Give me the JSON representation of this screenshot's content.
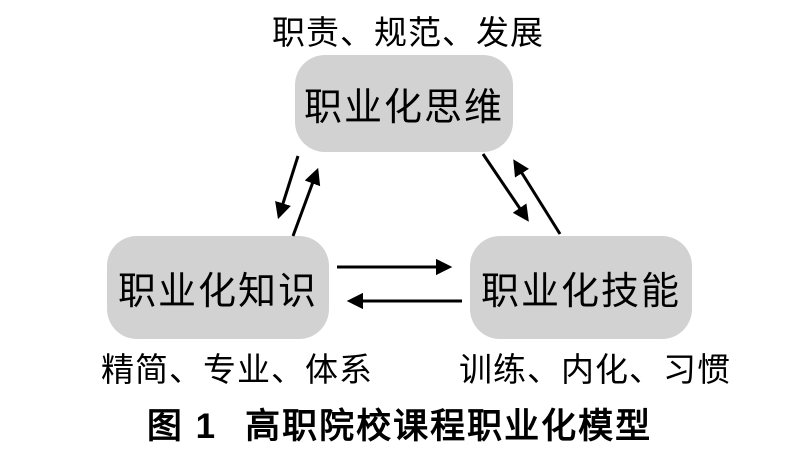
{
  "diagram": {
    "nodes": {
      "thinking": {
        "label": "职业化思维",
        "annotation": "职责、规范、发展"
      },
      "knowledge": {
        "label": "职业化知识",
        "annotation": "精简、专业、体系"
      },
      "skills": {
        "label": "职业化技能",
        "annotation": "训练、内化、习惯"
      }
    },
    "arrows": [
      {
        "from": "thinking",
        "to": "knowledge",
        "direction": "down-left"
      },
      {
        "from": "knowledge",
        "to": "thinking",
        "direction": "up-right"
      },
      {
        "from": "thinking",
        "to": "skills",
        "direction": "down-right"
      },
      {
        "from": "skills",
        "to": "thinking",
        "direction": "up-left"
      },
      {
        "from": "knowledge",
        "to": "skills",
        "direction": "right"
      },
      {
        "from": "skills",
        "to": "knowledge",
        "direction": "left"
      }
    ],
    "caption": {
      "figure_number": "图 1",
      "title": "高职院校课程职业化模型"
    },
    "colors": {
      "node_fill": "#d2d2d2",
      "arrow": "#000000",
      "text": "#000000",
      "background": "#ffffff"
    }
  }
}
